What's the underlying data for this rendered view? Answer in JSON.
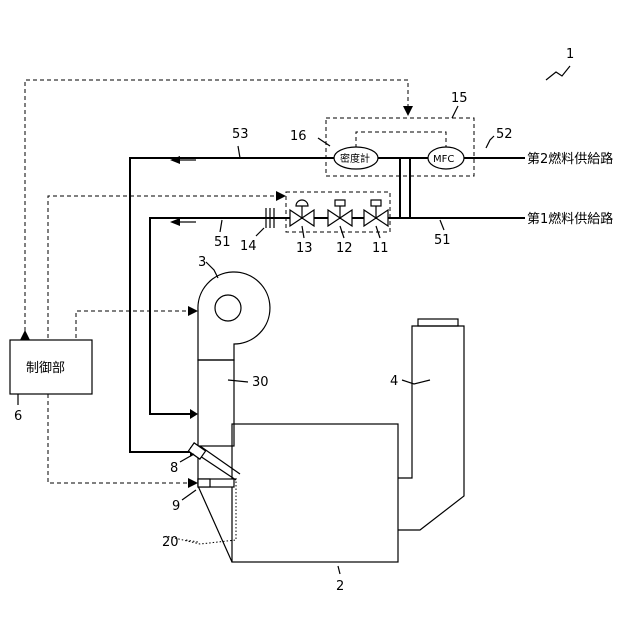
{
  "labels": {
    "system_ref": "1",
    "mfc_ref": "15",
    "densitometer_ref": "16",
    "line53_ref": "53",
    "line52_ref": "52",
    "second_fuel_supply": "第2燃料供給路",
    "first_fuel_supply": "第1燃料供給路",
    "line51_left_ref": "51",
    "line51_right_ref": "51",
    "valve14_ref": "14",
    "valve13_ref": "13",
    "valve12_ref": "12",
    "valve11_ref": "11",
    "blower_ref": "3",
    "duct_ref": "30",
    "exhaust_ref": "4",
    "controller_ref": "6",
    "burner8_ref": "8",
    "burner9_ref": "9",
    "furnace_wall_ref": "20",
    "furnace_ref": "2",
    "controller_text": "制御部",
    "densitometer_text": "密度計",
    "mfc_text": "MFC"
  },
  "colors": {
    "line": "#000000",
    "background": "#ffffff"
  }
}
